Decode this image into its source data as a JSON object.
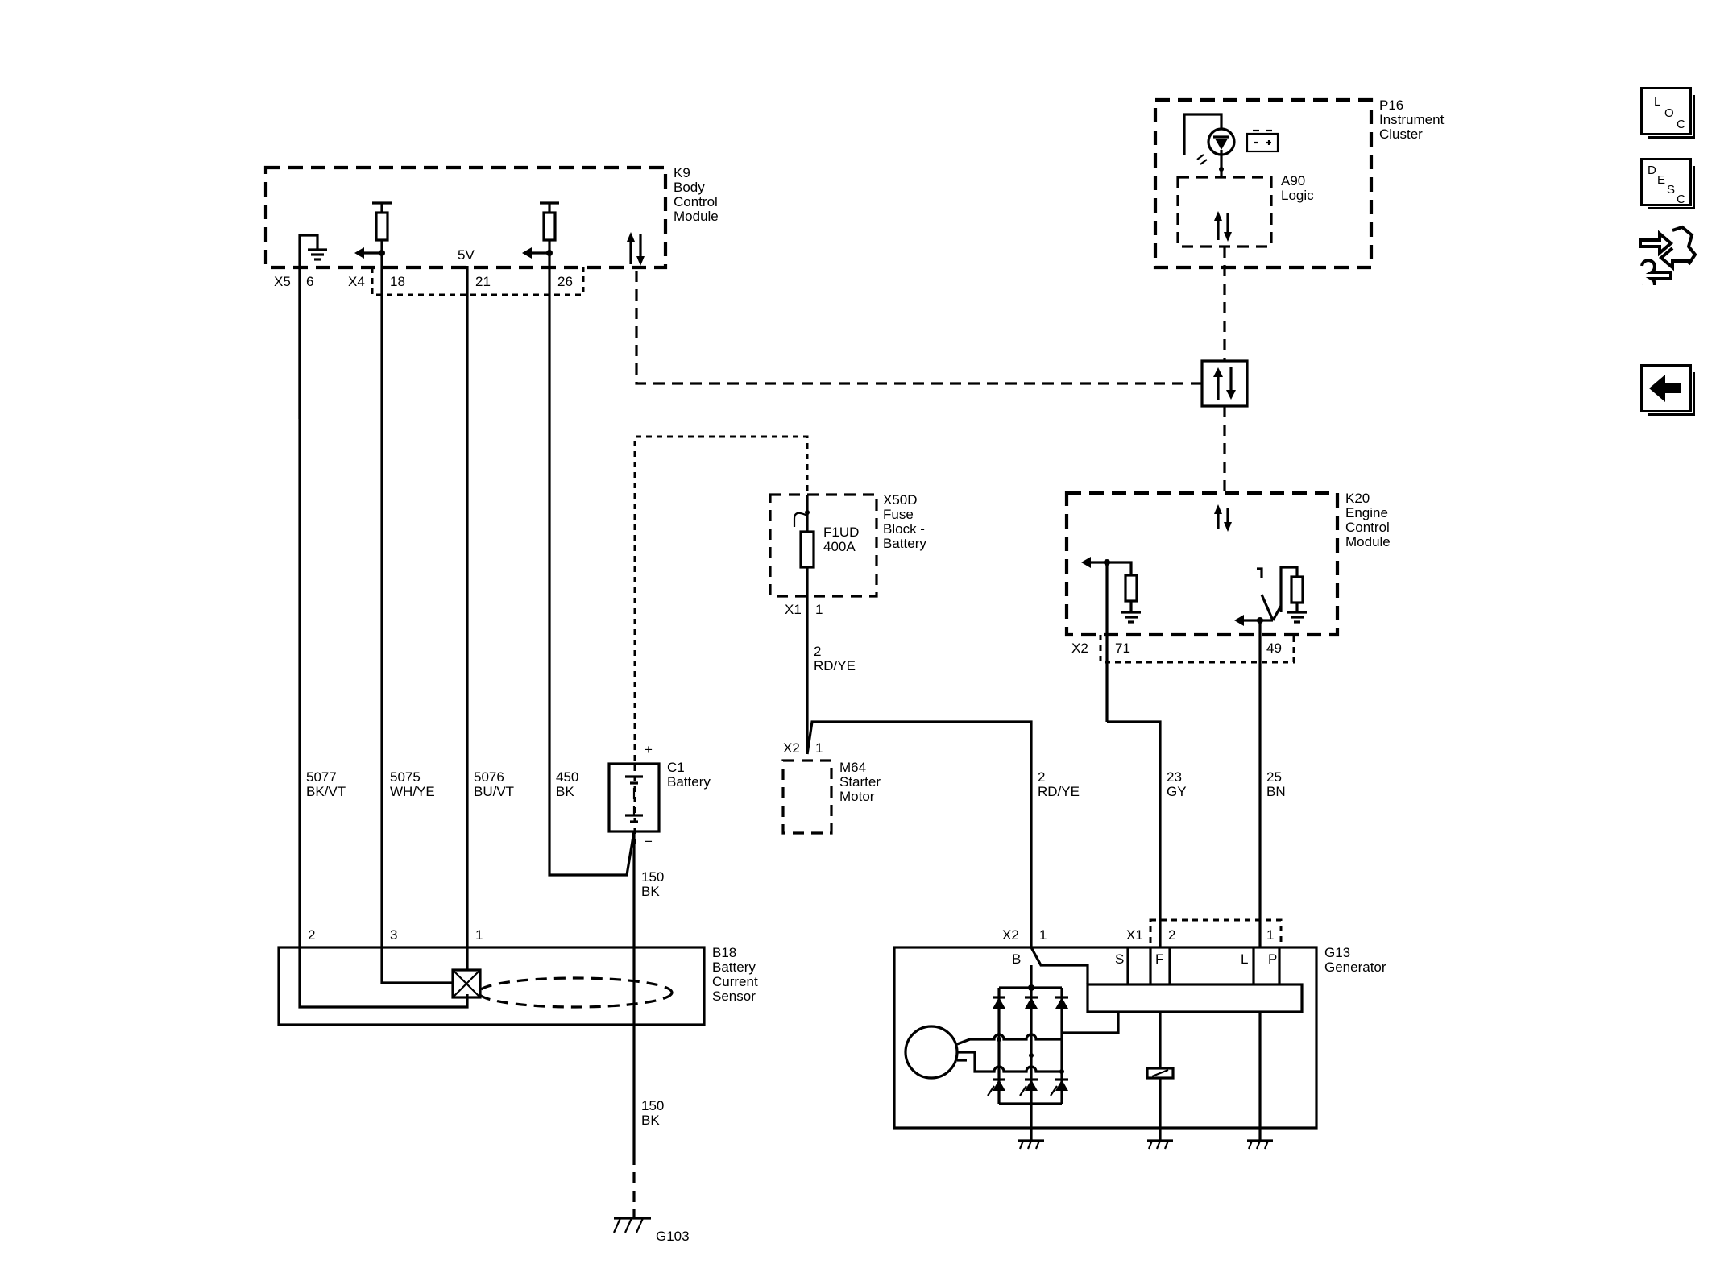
{
  "components": {
    "k9": {
      "ref": "K9",
      "name_lines": [
        "Body",
        "Control",
        "Module"
      ],
      "connectors": [
        "X5",
        "X4"
      ],
      "pins": [
        "6",
        "18",
        "21",
        "26"
      ],
      "voltage": "5V"
    },
    "p16": {
      "ref": "P16",
      "name_lines": [
        "Instrument",
        "Cluster"
      ]
    },
    "a90": {
      "ref": "A90",
      "name": "Logic"
    },
    "x50d": {
      "ref": "X50D",
      "name_lines": [
        "Fuse",
        "Block -",
        "Battery"
      ],
      "connector": "X1",
      "pin": "1"
    },
    "f1ud": {
      "ref": "F1UD",
      "rating": "400A"
    },
    "k20": {
      "ref": "K20",
      "name_lines": [
        "Engine",
        "Control",
        "Module"
      ],
      "connector": "X2",
      "pins": [
        "71",
        "49"
      ]
    },
    "c1": {
      "ref": "C1",
      "name": "Battery",
      "plus": "+",
      "minus": "−"
    },
    "m64": {
      "ref": "M64",
      "name_lines": [
        "Starter",
        "Motor"
      ],
      "connector": "X2",
      "pin": "1"
    },
    "b18": {
      "ref": "B18",
      "name_lines": [
        "Battery",
        "Current",
        "Sensor"
      ],
      "pins": [
        "2",
        "3",
        "1"
      ]
    },
    "g13": {
      "ref": "G13",
      "name": "Generator",
      "connector_b": "X2",
      "pin_b": "1",
      "connector_x1": "X1",
      "pins_x1": [
        "2",
        "1"
      ],
      "terminals": [
        "B",
        "S",
        "F",
        "L",
        "P"
      ]
    },
    "g103": {
      "ref": "G103"
    }
  },
  "wires": {
    "w5077": {
      "circuit": "5077",
      "color": "BK/VT"
    },
    "w5075": {
      "circuit": "5075",
      "color": "WH/YE"
    },
    "w5076": {
      "circuit": "5076",
      "color": "BU/VT"
    },
    "w450": {
      "circuit": "450",
      "color": "BK"
    },
    "w150a": {
      "circuit": "150",
      "color": "BK"
    },
    "w150b": {
      "circuit": "150",
      "color": "BK"
    },
    "w2a": {
      "circuit": "2",
      "color": "RD/YE"
    },
    "w2b": {
      "circuit": "2",
      "color": "RD/YE"
    },
    "w23": {
      "circuit": "23",
      "color": "GY"
    },
    "w25": {
      "circuit": "25",
      "color": "BN"
    }
  },
  "sidebar": {
    "loc": [
      "L",
      "O",
      "C"
    ],
    "desc": [
      "D",
      "E",
      "S",
      "C"
    ],
    "diag_icon": "diagnostic-wrench-arrows-icon",
    "back_icon": "back-arrow-icon"
  }
}
